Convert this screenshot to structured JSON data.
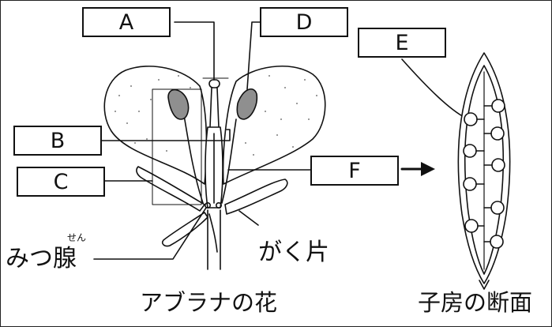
{
  "labels": {
    "A": "A",
    "B": "B",
    "C": "C",
    "D": "D",
    "E": "E",
    "F": "F"
  },
  "annotations": {
    "nectary": "みつ腺",
    "nectary_ruby": "せん",
    "sepal": "がく片"
  },
  "captions": {
    "flower": "アブラナの花",
    "ovary_section": "子房の断面"
  },
  "colors": {
    "line": "#111111",
    "anther_fill": "#8f8f8f",
    "background": "#ffffff"
  }
}
